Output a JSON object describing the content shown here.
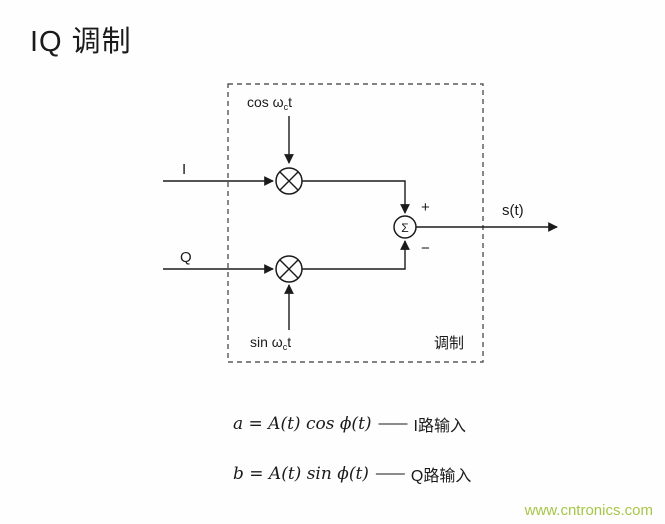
{
  "page": {
    "title": "IQ 调制",
    "background": "#fefefe"
  },
  "diagram": {
    "box_label": "调制",
    "input_i_label": "I",
    "input_q_label": "Q",
    "carrier_cos": {
      "prefix": "cos ω",
      "sub": "c",
      "suffix": "t"
    },
    "carrier_sin": {
      "prefix": "sin ω",
      "sub": "c",
      "suffix": "t"
    },
    "multiplier_icon": "⊗",
    "summer_symbol": "Σ",
    "plus_sign": "+",
    "minus_sign": "−",
    "output_label": "s(t)"
  },
  "formulas": [
    {
      "math": "a = A(t) cos ϕ(t)",
      "connector": "——",
      "label": "I路输入"
    },
    {
      "math": "b = A(t) sin ϕ(t)",
      "connector": "——",
      "label": "Q路输入"
    }
  ],
  "watermark": {
    "text": "www.cntronics.com",
    "color": "#a7c648"
  }
}
